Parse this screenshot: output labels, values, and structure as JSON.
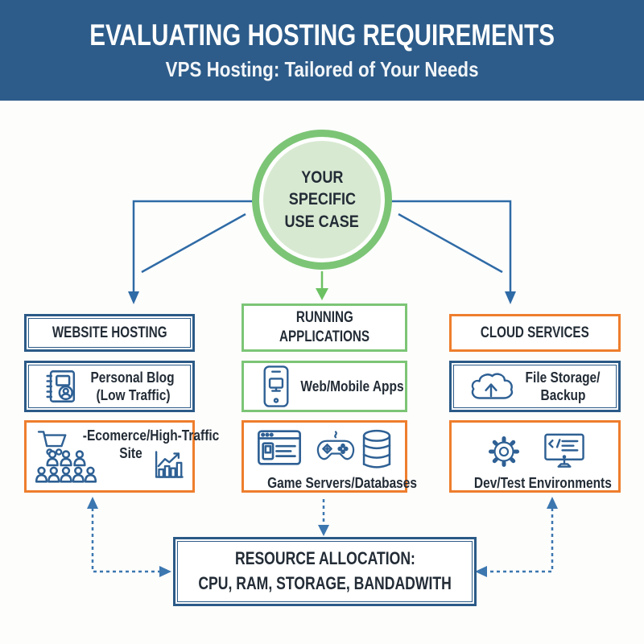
{
  "colors": {
    "band": "#2d5c8a",
    "navy": "#2b5a87",
    "line-blue": "#2f6ba6",
    "dash-blue": "#3c77b0",
    "green": "#7cc576",
    "green-arrow": "#6cc262",
    "green-fill": "#d8e9d2",
    "orange": "#ee7e2d",
    "ink": "#232c36"
  },
  "header": {
    "title": "EVALUATING HOSTING REQUIREMENTS",
    "subtitle": "VPS Hosting: Tailored of Your Needs"
  },
  "circle": {
    "line1": "YOUR",
    "line2": "SPECIFIC",
    "line3": "USE CASE"
  },
  "columns": {
    "website": {
      "header": "WEBSITE HOSTING",
      "item1": {
        "line1": "Personal Blog",
        "line2": "(Low Traffic)",
        "icon": "blog-icon"
      },
      "item2": {
        "line1": "-Ecomerce/High-Traffic",
        "line2": "Site",
        "icons": [
          "shopping-cart-icon",
          "crowd-icon",
          "bar-chart-icon"
        ]
      }
    },
    "applications": {
      "header_line1": "RUNNING",
      "header_line2": "APPLICATIONS",
      "item1": {
        "label": "Web/Mobile Apps",
        "icon": "smartphone-icon"
      },
      "item2": {
        "label": "Game Servers/Databases",
        "icons": [
          "browser-window-icon",
          "gamepad-icon",
          "database-icon"
        ]
      }
    },
    "cloud": {
      "header": "CLOUD SERVICES",
      "item1": {
        "line1": "File Storage/",
        "line2": "Backup",
        "icon": "cloud-upload-icon"
      },
      "item2": {
        "label": "Dev/Test Environments",
        "icons": [
          "gear-icon",
          "monitor-code-icon"
        ]
      }
    }
  },
  "footer_box": {
    "line1": "RESOURCE ALLOCATION:",
    "line2": "CPU, RAM, STORAGE, BANDADWITH"
  }
}
